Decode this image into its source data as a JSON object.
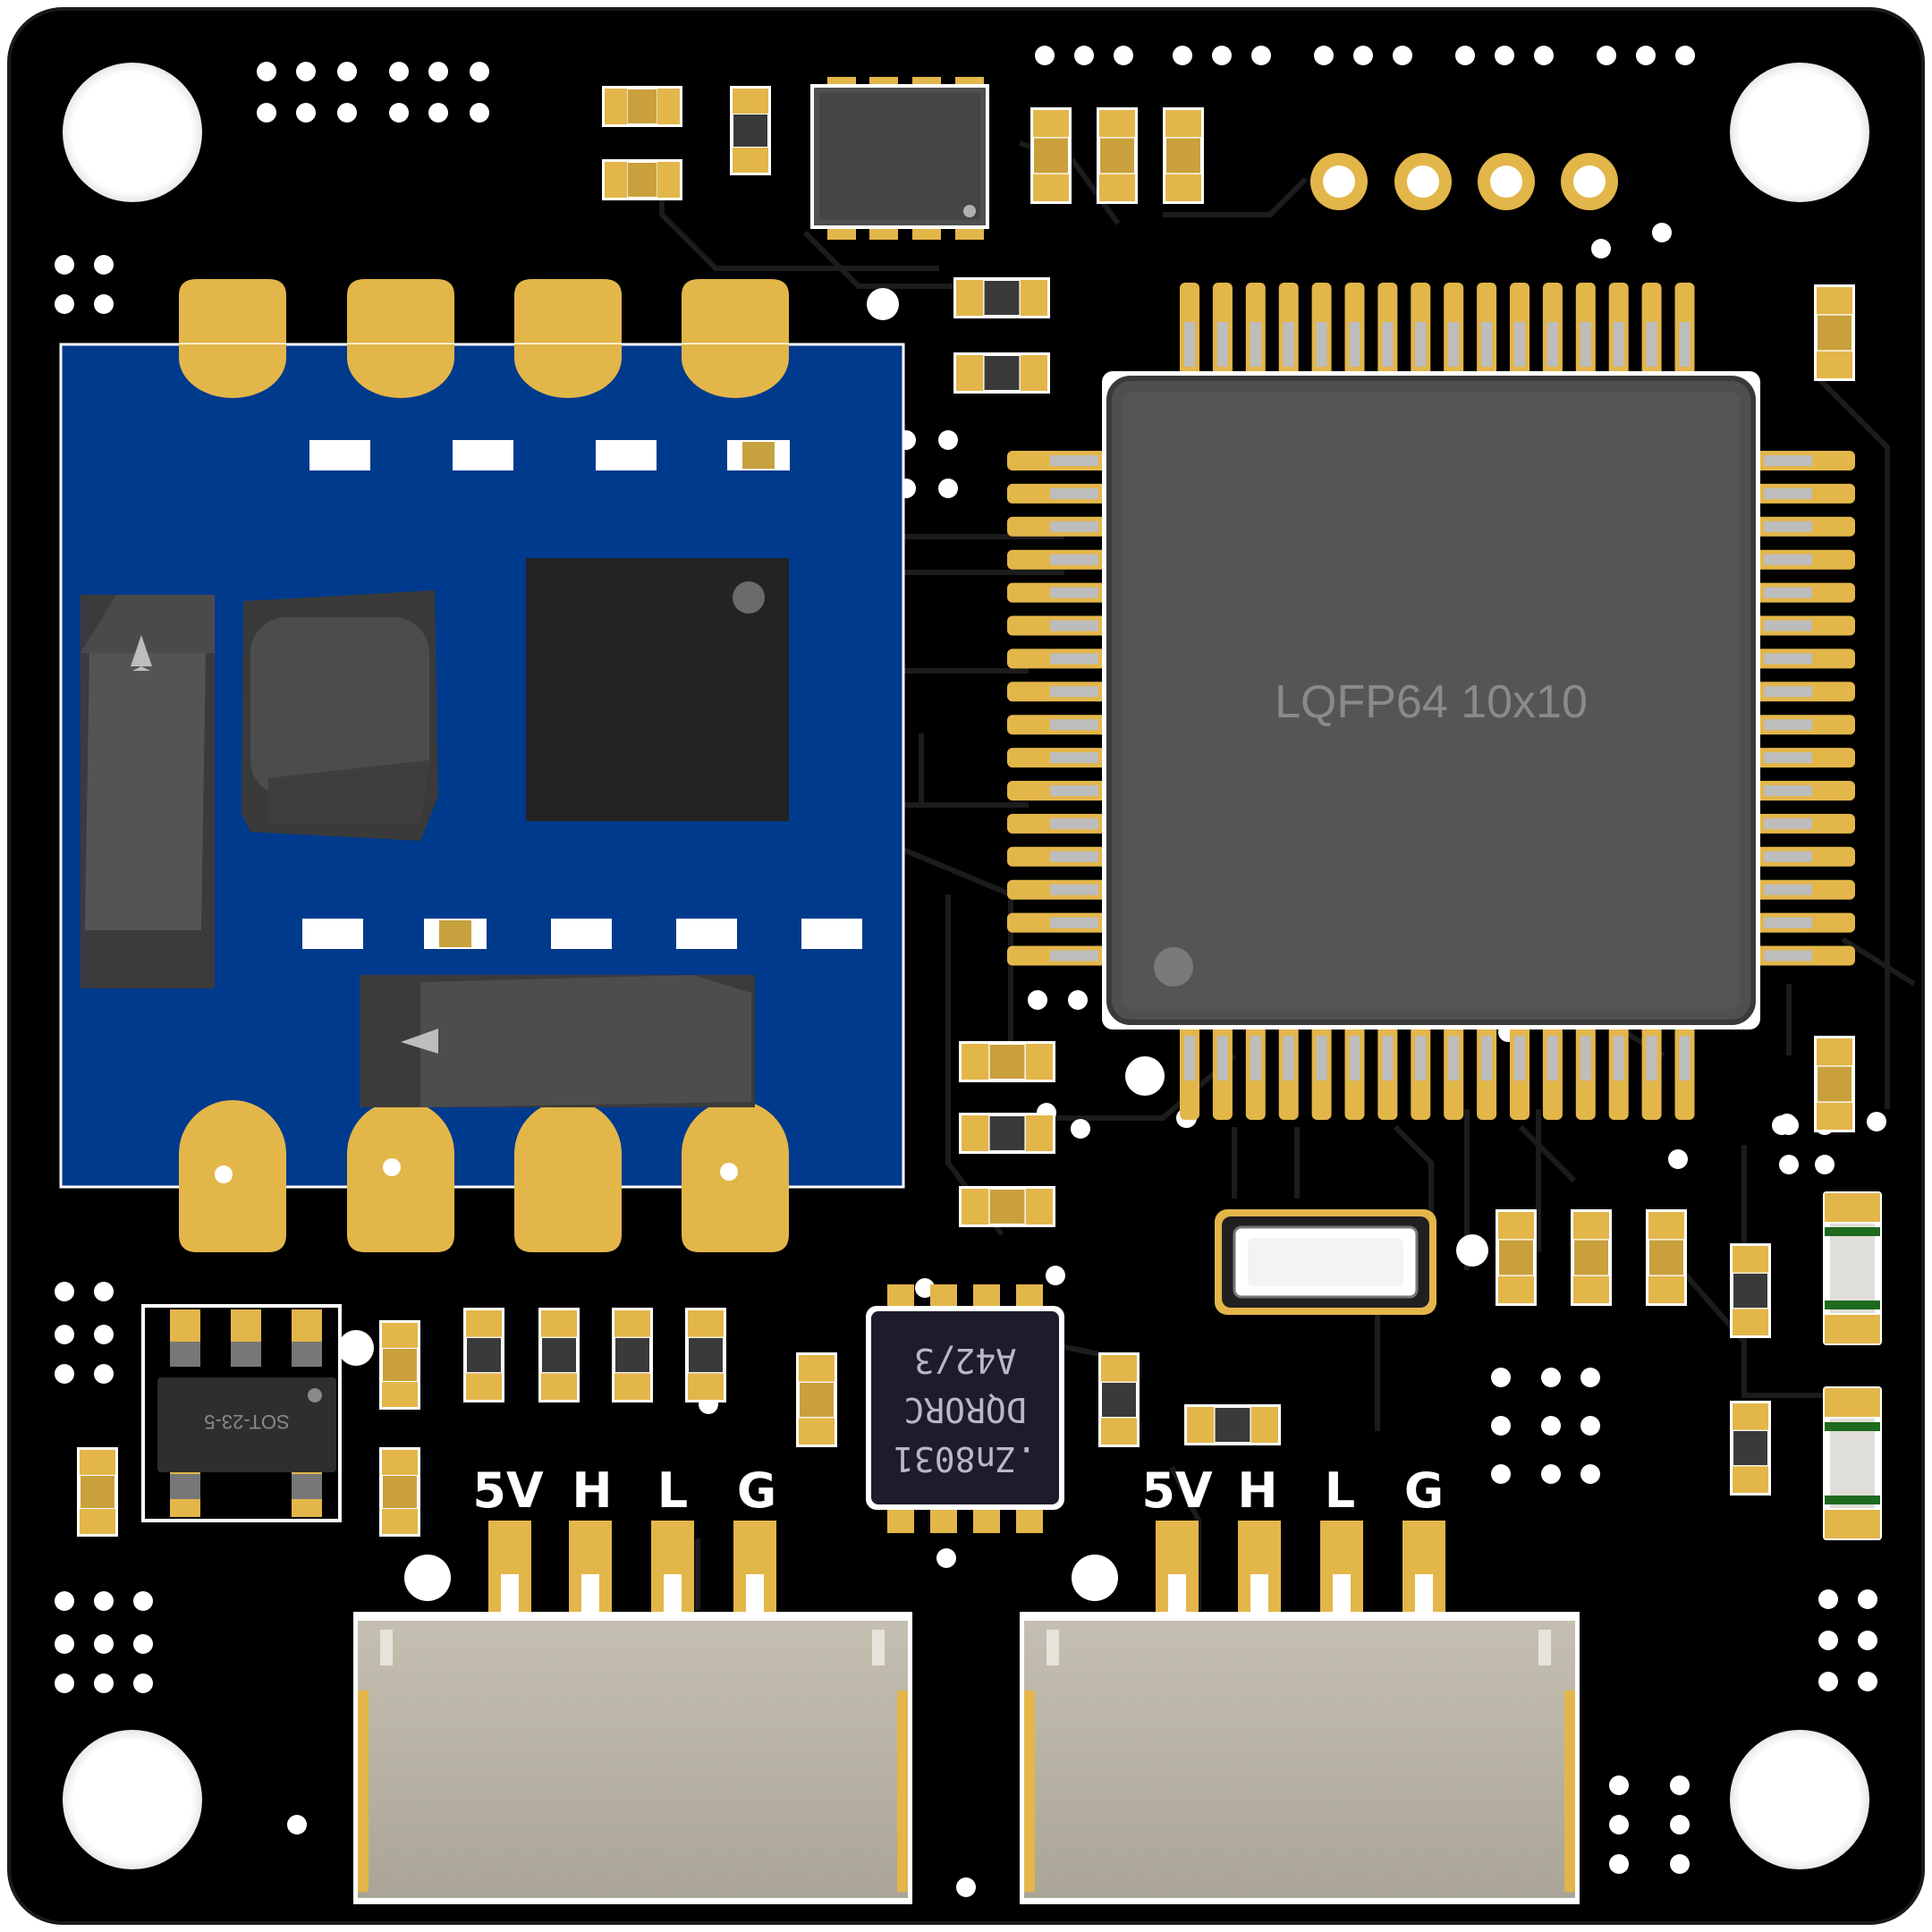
{
  "board": {
    "mcu_label": "LQFP64 10x10",
    "regulator_label": "SOT-23-5",
    "transceiver_marking": {
      "line1": ".Zn8031",
      "line2": "DQRORC",
      "line3": "A42/3"
    },
    "connector_left": {
      "pins": [
        "5V",
        "H",
        "L",
        "G"
      ]
    },
    "connector_right": {
      "pins": [
        "5V",
        "H",
        "L",
        "G"
      ]
    }
  },
  "colors": {
    "pcb": "#000000",
    "copper_gold": "#e3b64a",
    "module_blue": "#003a8c",
    "chip_body": "#4a4a4a",
    "connector_body": "#b5b0a2",
    "silkscreen": "#ffffff"
  }
}
